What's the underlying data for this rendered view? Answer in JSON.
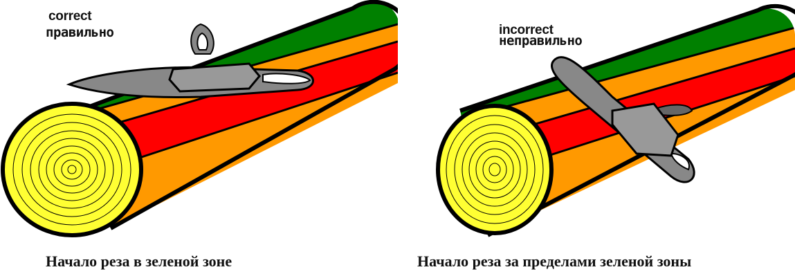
{
  "left": {
    "label_en": "correct",
    "label_ru": "правильно",
    "caption": "Начало реза в зеленой зоне"
  },
  "right": {
    "label_en": "incorrect",
    "label_ru": "неправильно",
    "caption": "Начало реза за пределами зеленой зоны"
  },
  "colors": {
    "green_zone": "#008000",
    "red_zone": "#ff0000",
    "orange_zone": "#ff9900",
    "log_end": "#ffff33",
    "blade": "#888888",
    "outline": "#000000"
  }
}
